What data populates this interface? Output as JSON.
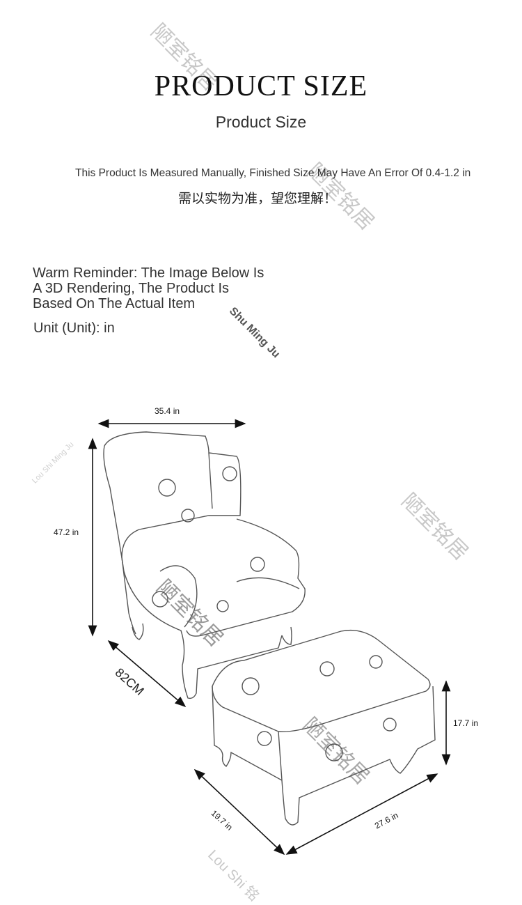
{
  "header": {
    "title": "PRODUCT SIZE",
    "subtitle": "Product Size",
    "note": "This Product Is Measured Manually, Finished Size May Have An Error Of 0.4-1.2 in",
    "note_cn": "需以实物为准，望您理解！"
  },
  "info": {
    "reminder": "Warm Reminder: The Image Below Is A 3D Rendering, The Product Is Based On The Actual Item",
    "unit": "Unit (Unit): in"
  },
  "watermarks": {
    "cn": "陋室铭居",
    "en_bold": "Shu Ming Ju",
    "en_light": "Lou Shi Ming Ju",
    "en_bottom": "Lou Shi 铭"
  },
  "dimensions": {
    "chair_width": "35.4 in",
    "chair_height": "47.2 in",
    "chair_depth": "82CM",
    "ottoman_height": "17.7 in",
    "ottoman_depth": "19.7 in",
    "ottoman_width": "27.6 in"
  }
}
